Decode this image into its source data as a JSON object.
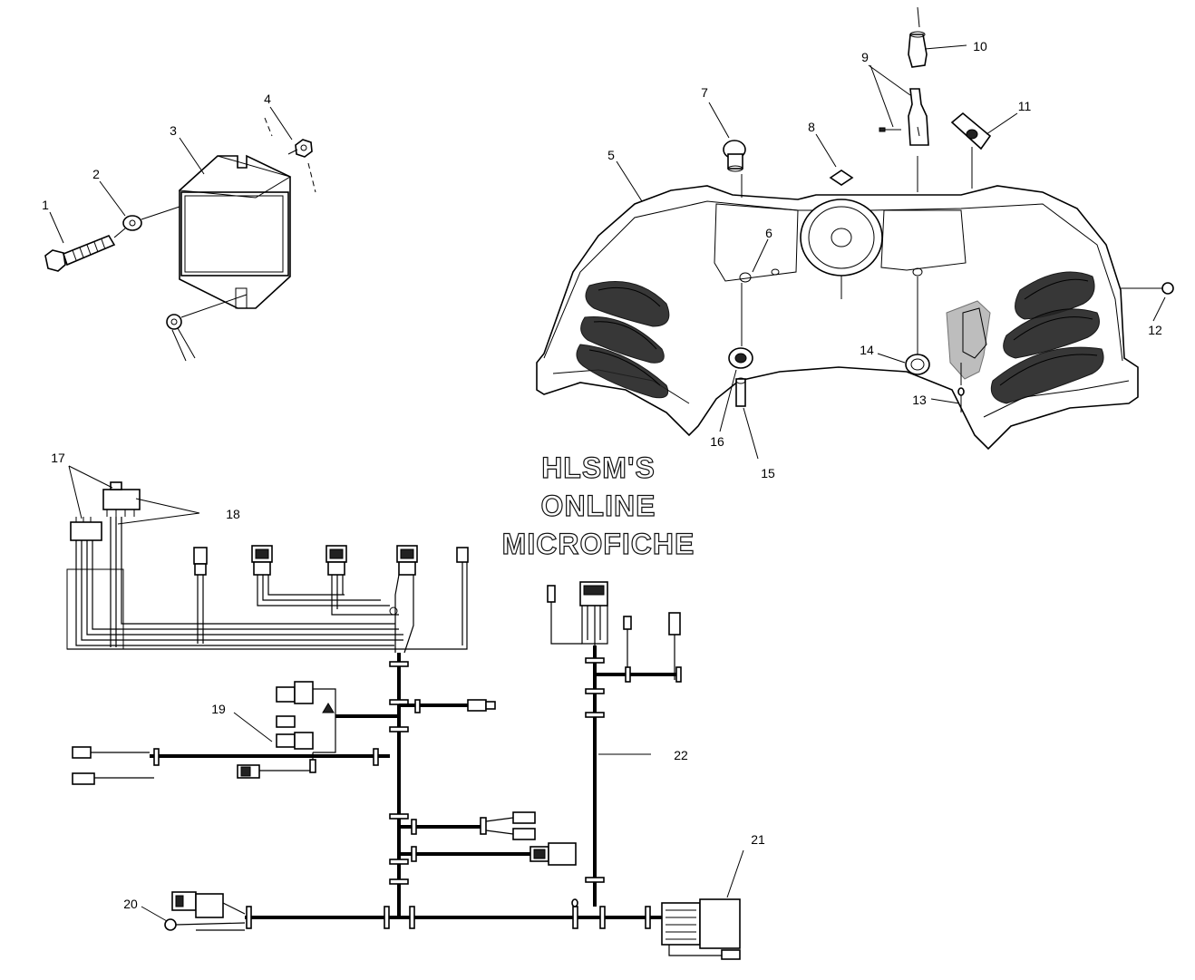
{
  "diagram": {
    "watermark": [
      "HLSM'S",
      "ONLINE",
      "MICROFICHE"
    ],
    "callouts": [
      "1",
      "2",
      "3",
      "4",
      "5",
      "6",
      "7",
      "8",
      "9",
      "10",
      "11",
      "12",
      "13",
      "14",
      "15",
      "16",
      "17",
      "18",
      "19",
      "20",
      "21",
      "22"
    ]
  }
}
